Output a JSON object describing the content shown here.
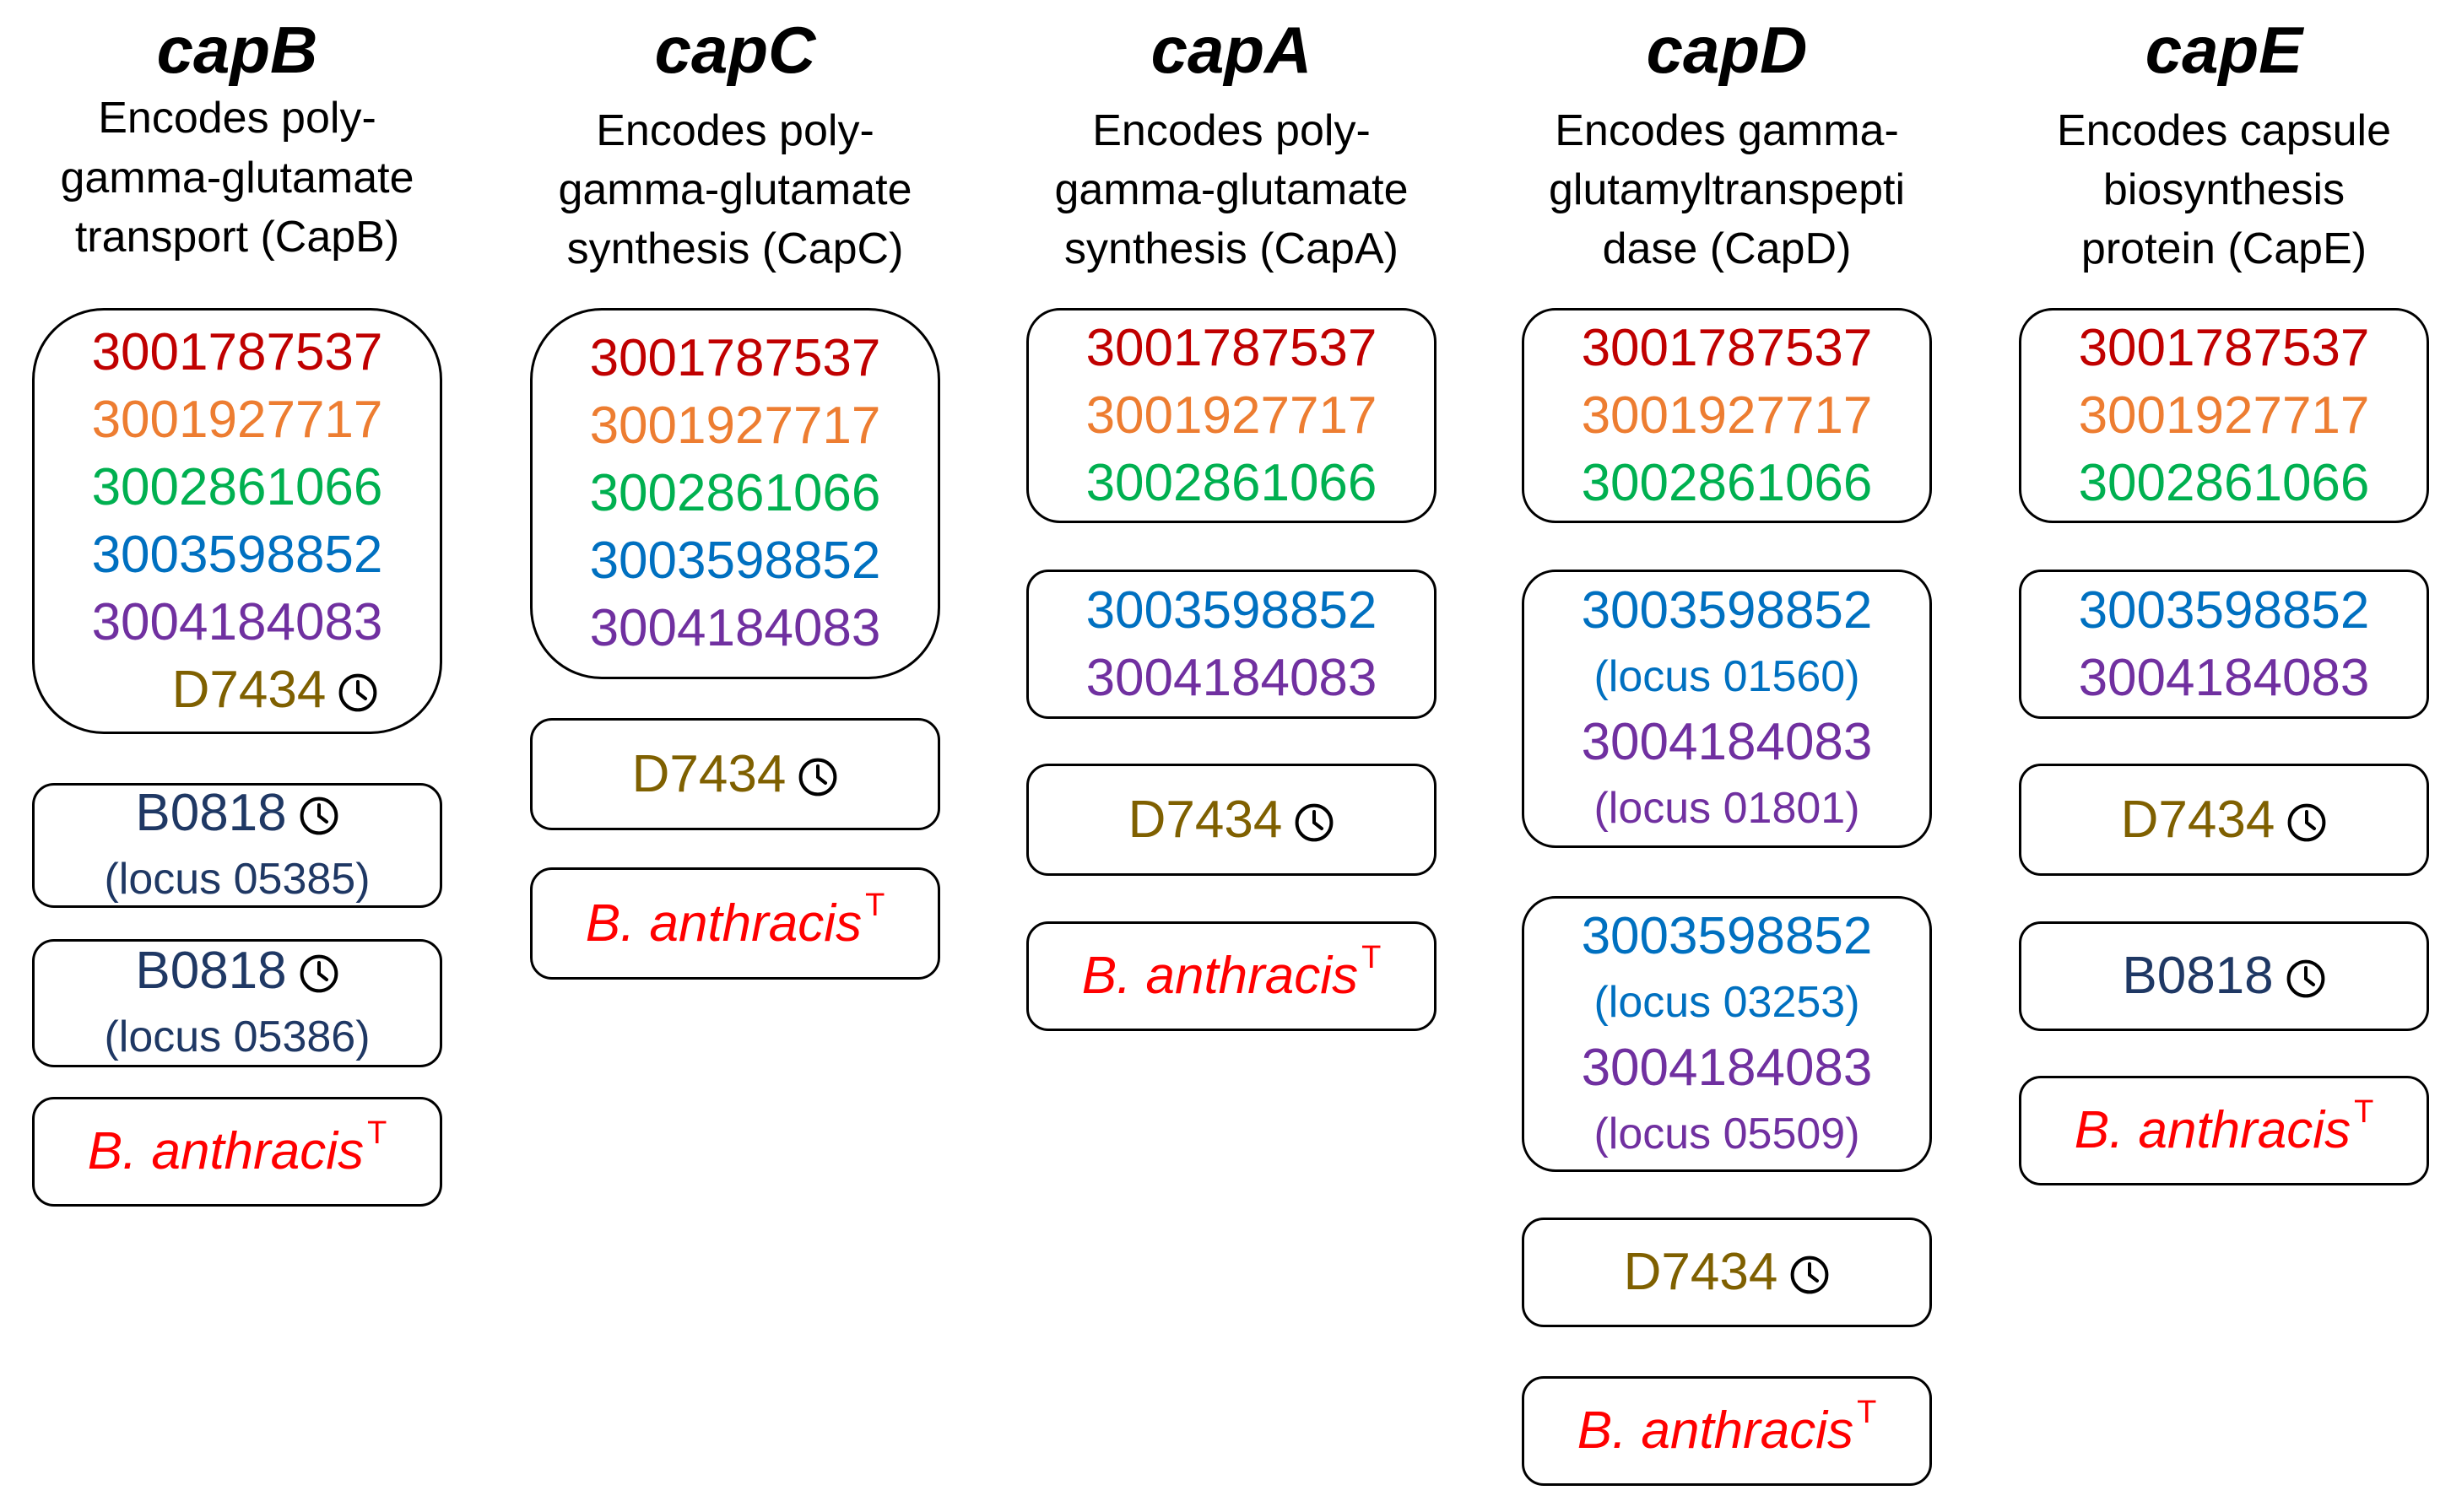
{
  "colors": {
    "3001787537": "#c00000",
    "3001927717": "#ed7d31",
    "3002861066": "#00b050",
    "3003598852": "#0070c0",
    "3004184083": "#7030a0",
    "D7434": "#7f6000",
    "B0818": "#1f3864",
    "anthracis": "#ff0000"
  },
  "icons": {
    "clock": "clock-icon"
  },
  "columns": [
    {
      "gene": "capB",
      "desc": [
        "Encodes poly-",
        "gamma-glutamate",
        "transport (CapB)"
      ],
      "boxes": [
        {
          "lines": [
            "3001787537",
            "3001927717",
            "3002861066",
            "3003598852",
            "3004184083"
          ],
          "extra": "D7434"
        },
        {
          "lines": [
            "B0818"
          ],
          "locus": "(locus 05385)"
        },
        {
          "lines": [
            "B0818"
          ],
          "locus": "(locus 05386)"
        },
        {
          "species": "B. anthracis",
          "sup": "T"
        }
      ]
    },
    {
      "gene": "capC",
      "desc": [
        "Encodes poly-",
        "gamma-glutamate",
        "synthesis (CapC)"
      ],
      "boxes": [
        {
          "lines": [
            "3001787537",
            "3001927717",
            "3002861066",
            "3003598852",
            "3004184083"
          ]
        },
        {
          "lines": [
            "D7434"
          ]
        },
        {
          "species": "B. anthracis",
          "sup": "T"
        }
      ]
    },
    {
      "gene": "capA",
      "desc": [
        "Encodes poly-",
        "gamma-glutamate",
        "synthesis (CapA)"
      ],
      "boxes": [
        {
          "lines": [
            "3001787537",
            "3001927717",
            "3002861066"
          ]
        },
        {
          "lines": [
            "3003598852",
            "3004184083"
          ]
        },
        {
          "lines": [
            "D7434"
          ]
        },
        {
          "species": "B. anthracis",
          "sup": "T"
        }
      ]
    },
    {
      "gene": "capD",
      "desc": [
        "Encodes gamma-",
        "glutamyltranspepti",
        "dase (CapD)"
      ],
      "boxes": [
        {
          "lines": [
            "3001787537",
            "3001927717",
            "3002861066"
          ]
        },
        {
          "lines": [
            "3003598852",
            "(locus 01560)",
            "3004184083",
            "(locus 01801)"
          ]
        },
        {
          "lines": [
            "3003598852",
            "(locus 03253)",
            "3004184083",
            "(locus 05509)"
          ]
        },
        {
          "lines": [
            "D7434"
          ]
        },
        {
          "species": "B. anthracis",
          "sup": "T"
        }
      ]
    },
    {
      "gene": "capE",
      "desc": [
        "Encodes capsule",
        "biosynthesis",
        "protein (CapE)"
      ],
      "boxes": [
        {
          "lines": [
            "3001787537",
            "3001927717",
            "3002861066"
          ]
        },
        {
          "lines": [
            "3003598852",
            "3004184083"
          ]
        },
        {
          "lines": [
            "D7434"
          ]
        },
        {
          "lines": [
            "B0818"
          ]
        },
        {
          "species": "B. anthracis",
          "sup": "T"
        }
      ]
    }
  ]
}
